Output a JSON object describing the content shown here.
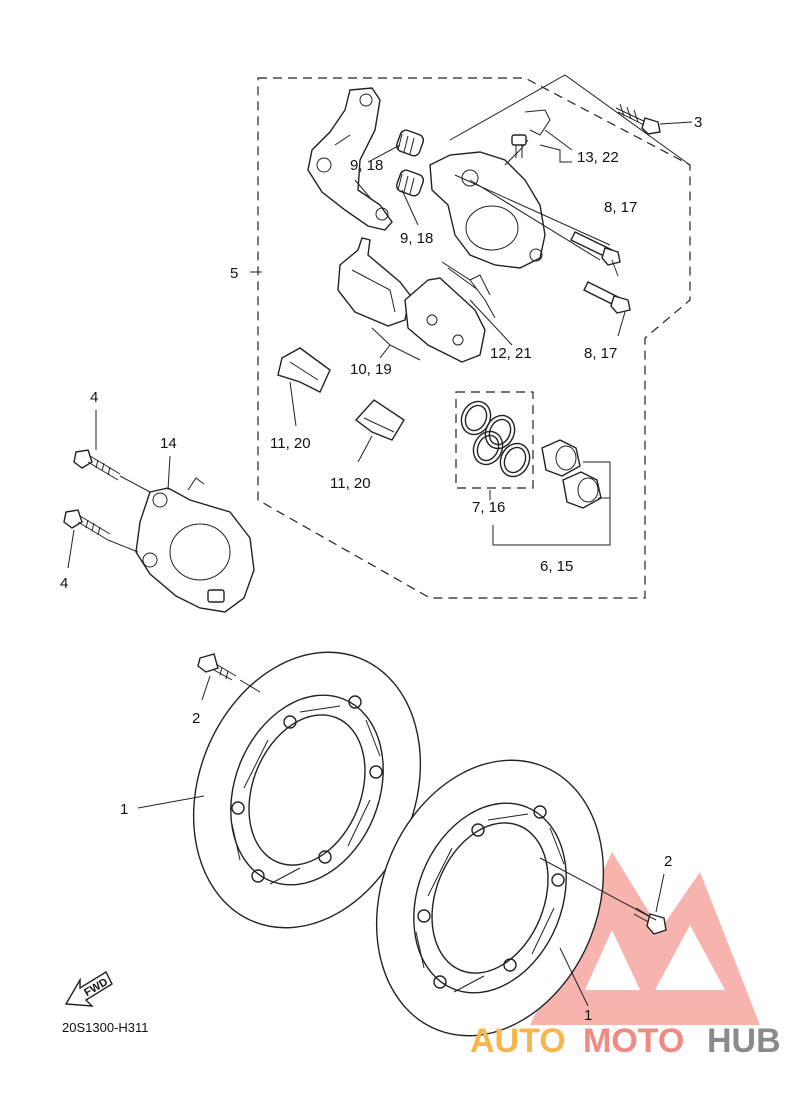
{
  "labels": {
    "l1a": "1",
    "l1b": "1",
    "l2a": "2",
    "l2b": "2",
    "l3": "3",
    "l4a": "4",
    "l4b": "4",
    "l5": "5",
    "l6": "6, 15",
    "l7": "7, 16",
    "l8a": "8, 17",
    "l8b": "8, 17",
    "l9a": "9, 18",
    "l9b": "9, 18",
    "l10": "10, 19",
    "l11a": "11, 20",
    "l11b": "11, 20",
    "l12": "12, 21",
    "l13": "13, 22",
    "l14": "14"
  },
  "fwd_label": "FWD",
  "diagram_code": "20S1300-H311",
  "watermark": {
    "part1": "AUTO",
    "part2": "MOTO",
    "part3": "HUB",
    "color_orange": "#f7b64c",
    "color_red": "#f08a82",
    "color_gray": "#8a8a8a"
  }
}
